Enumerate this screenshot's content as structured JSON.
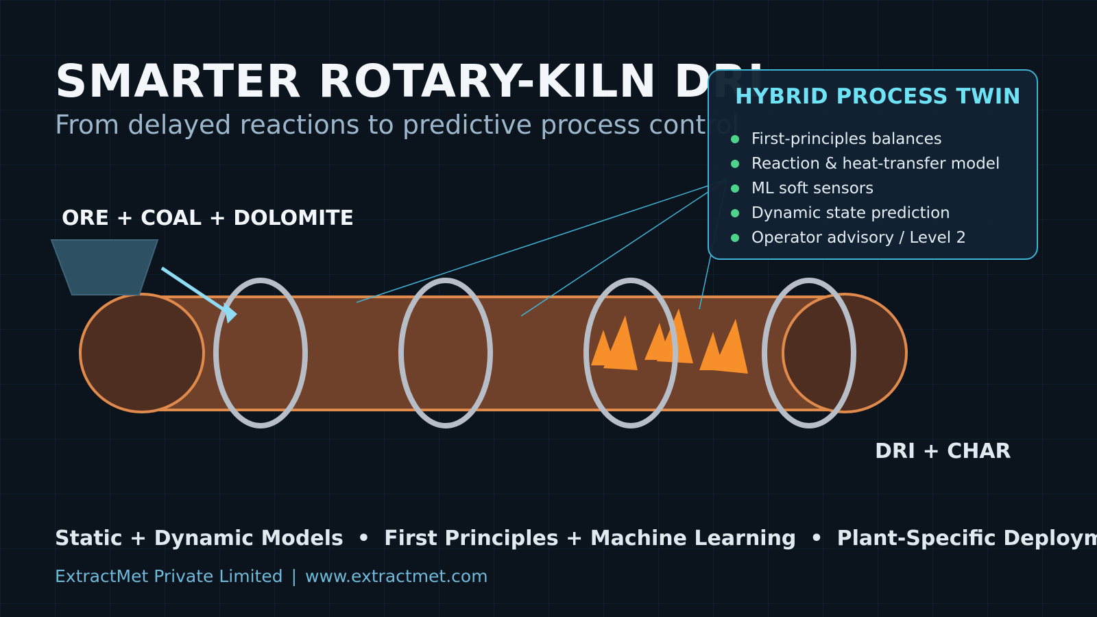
{
  "header": {
    "title": "SMARTER ROTARY-KILN DRI",
    "subtitle": "From delayed reactions to predictive process control"
  },
  "diagram": {
    "input_label": "ORE + COAL + DOLOMITE",
    "output_label": "DRI + CHAR"
  },
  "twin_card": {
    "title": "HYBRID PROCESS TWIN",
    "items": [
      "First-principles balances",
      "Reaction & heat-transfer model",
      "ML soft sensors",
      "Dynamic state prediction",
      "Operator advisory / Level 2"
    ]
  },
  "tagline": {
    "parts": [
      "Static + Dynamic Models",
      "First Principles + Machine Learning",
      "Plant-Specific Deployment"
    ],
    "separator": "•"
  },
  "footer": {
    "company": "ExtractMet Private Limited",
    "separator": "|",
    "website": "www.extractmet.com"
  },
  "colors": {
    "background": "#0b131d",
    "kiln_shell": "#70412a",
    "kiln_outline": "#e08a4c",
    "kiln_end": "#4f2e22",
    "tyre_ring": "#b7bec7",
    "flame": "#f7902a",
    "hopper": "#2d5063",
    "accent_cyan": "#6fe3f6",
    "bullet_green": "#4dd38a"
  }
}
